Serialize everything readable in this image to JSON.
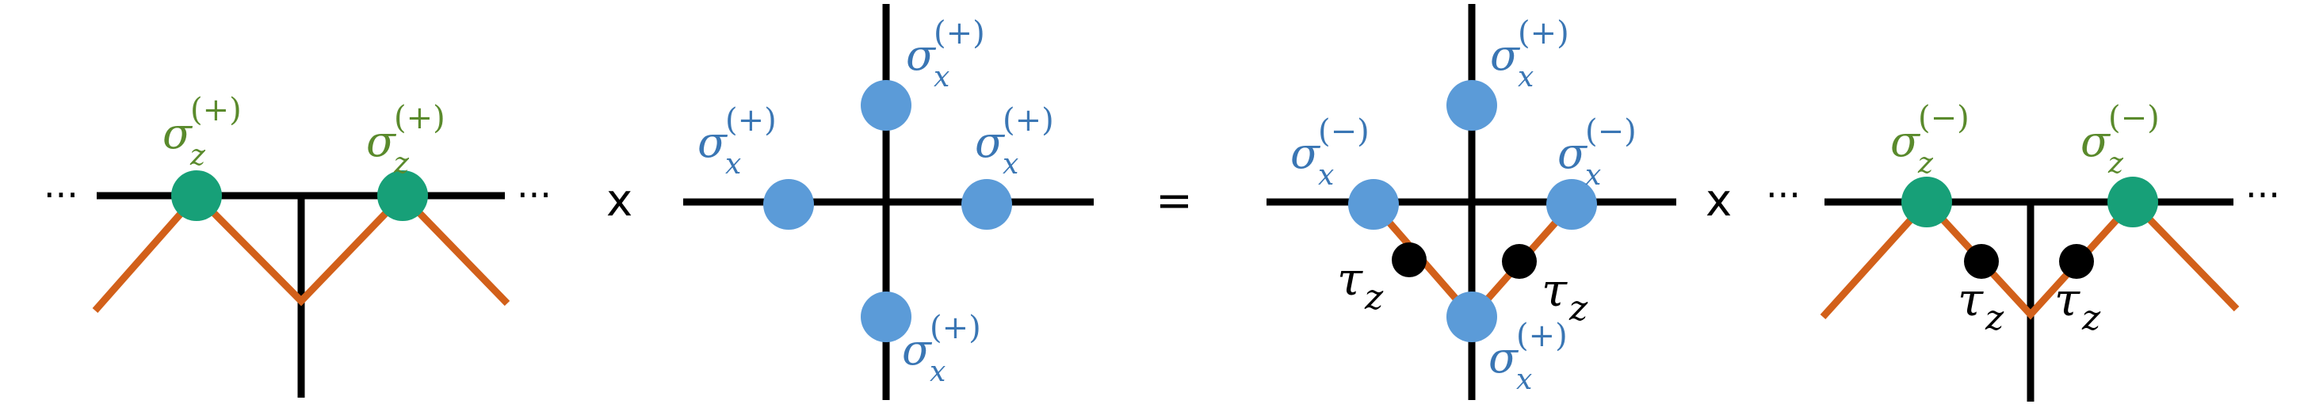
{
  "colors": {
    "line": "#000000",
    "bond": "#d2601a",
    "green_node": "#17a078",
    "green_text": "#5a8a2c",
    "blue_node": "#5b9bd8",
    "blue_text": "#3a76b4",
    "tau_node": "#000000"
  },
  "symbols": {
    "sigma": "σ",
    "sub_z": "z",
    "sub_x": "x",
    "plus": "(+)",
    "minus": "(−)",
    "tau": "τ",
    "dots": "···",
    "times": "x",
    "equals": "="
  }
}
